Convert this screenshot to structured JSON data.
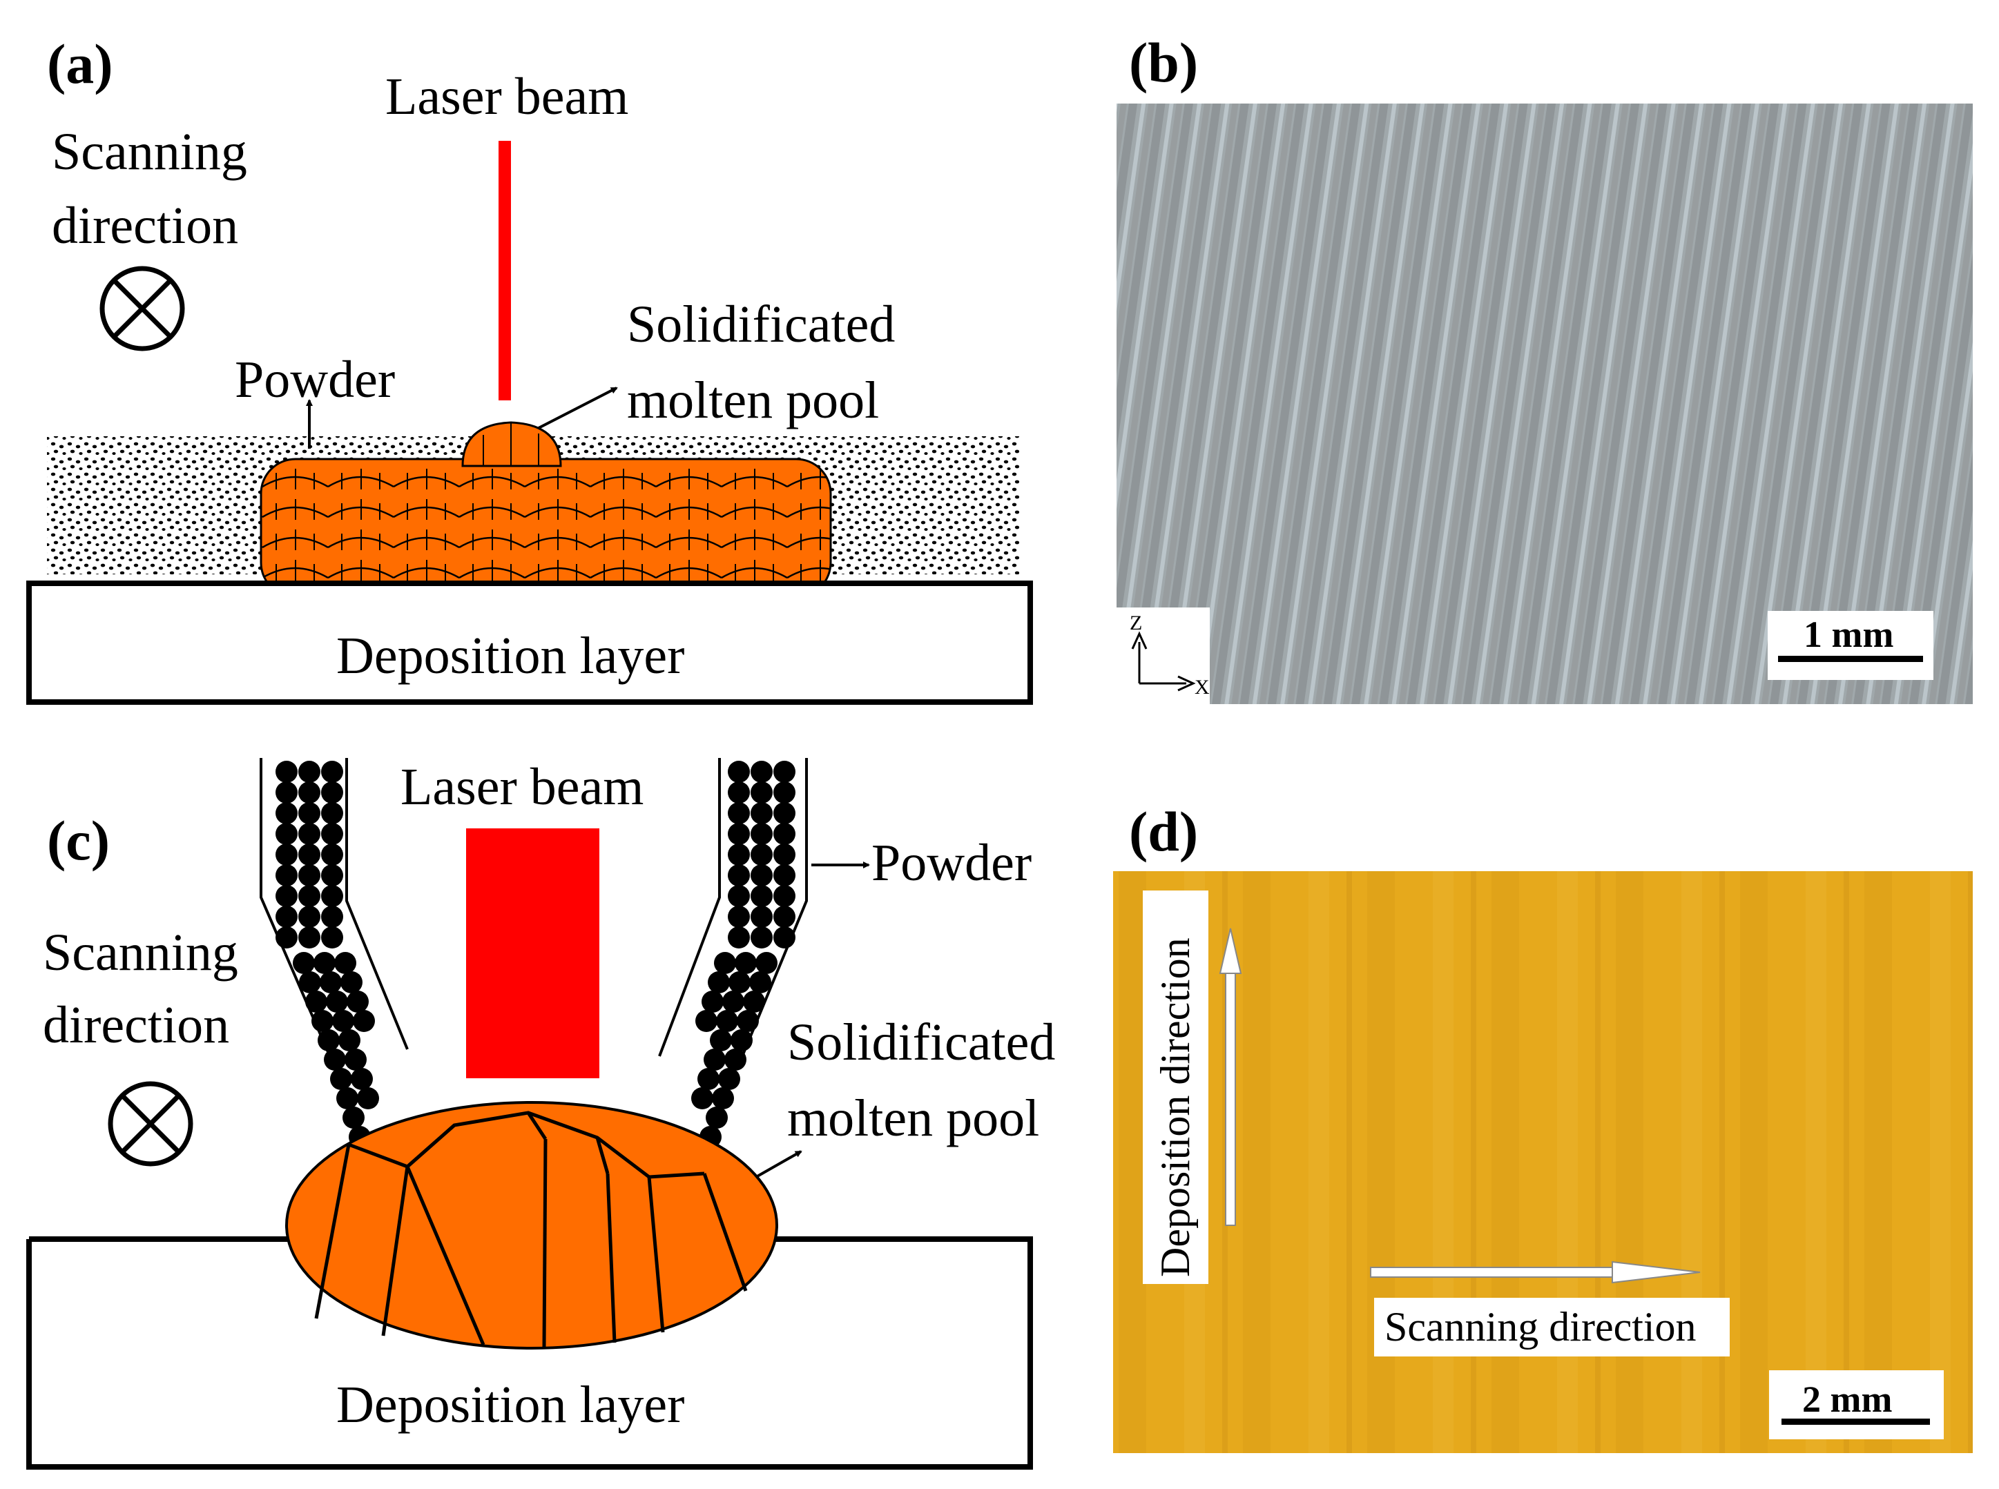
{
  "panels": {
    "a": {
      "label": "(a)",
      "laser_beam": "Laser beam",
      "scanning_direction_line1": "Scanning",
      "scanning_direction_line2": "direction",
      "powder": "Powder",
      "molten_pool_line1": "Solidificated",
      "molten_pool_line2": "molten pool",
      "deposition_layer": "Deposition layer"
    },
    "b": {
      "label": "(b)",
      "scale_bar": "1 mm",
      "axis_z": "Z",
      "axis_x": "X"
    },
    "c": {
      "label": "(c)",
      "laser_beam": "Laser beam",
      "scanning_direction_line1": "Scanning",
      "scanning_direction_line2": "direction",
      "powder": "Powder",
      "molten_pool_line1": "Solidificated",
      "molten_pool_line2": "molten pool",
      "deposition_layer": "Deposition layer"
    },
    "d": {
      "label": "(d)",
      "scale_bar": "2 mm",
      "deposition_direction": "Deposition direction",
      "scanning_direction": "Scanning direction"
    }
  },
  "colors": {
    "laser": "#ff0000",
    "molten_pool": "#ff6d00",
    "micrograph_b": "#8f9497",
    "micrograph_d": "#e6a91c",
    "outline": "#000000"
  }
}
